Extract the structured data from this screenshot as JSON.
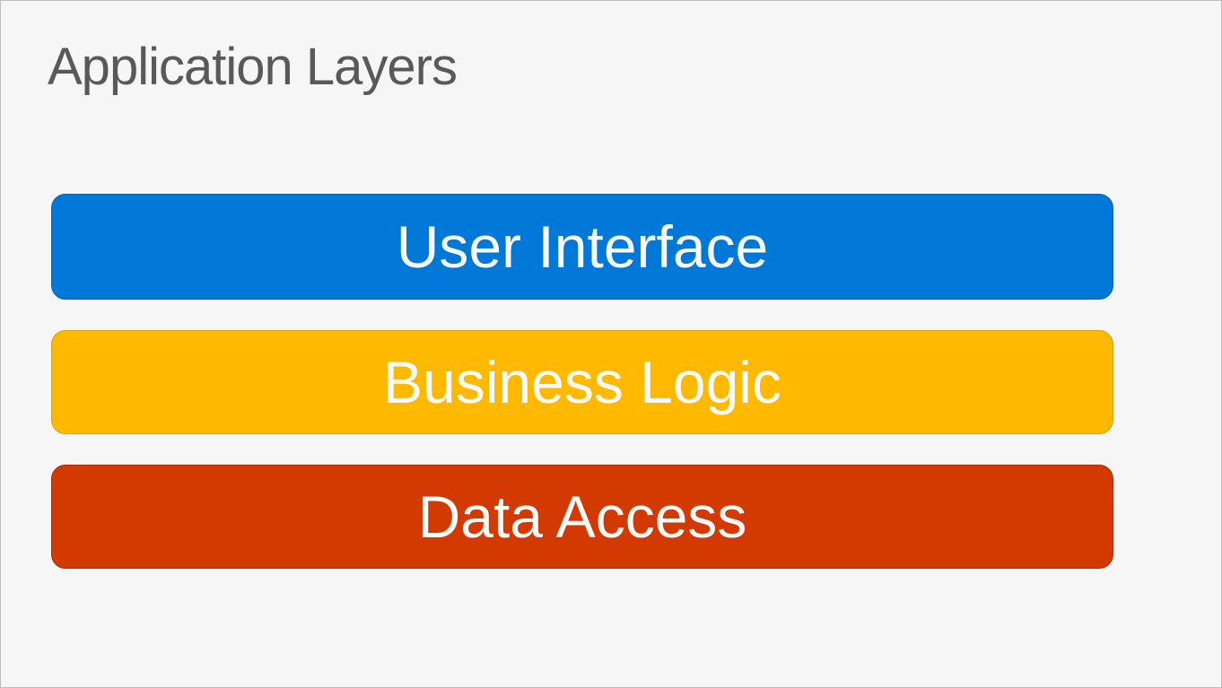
{
  "page": {
    "title": "Application Layers",
    "background_color": "#f6f6f6",
    "border_color": "#bdbdbd",
    "title_color": "#595959"
  },
  "layers": [
    {
      "label": "User Interface",
      "fill_color": "#0078d7",
      "border_color": "#0f62ab",
      "text_color": "#fafafa"
    },
    {
      "label": "Business Logic",
      "fill_color": "#ffba00",
      "border_color": "#dd9e06",
      "text_color": "#fafafa"
    },
    {
      "label": "Data Access",
      "fill_color": "#d23a02",
      "border_color": "#a62e01",
      "text_color": "#fafafa"
    }
  ]
}
